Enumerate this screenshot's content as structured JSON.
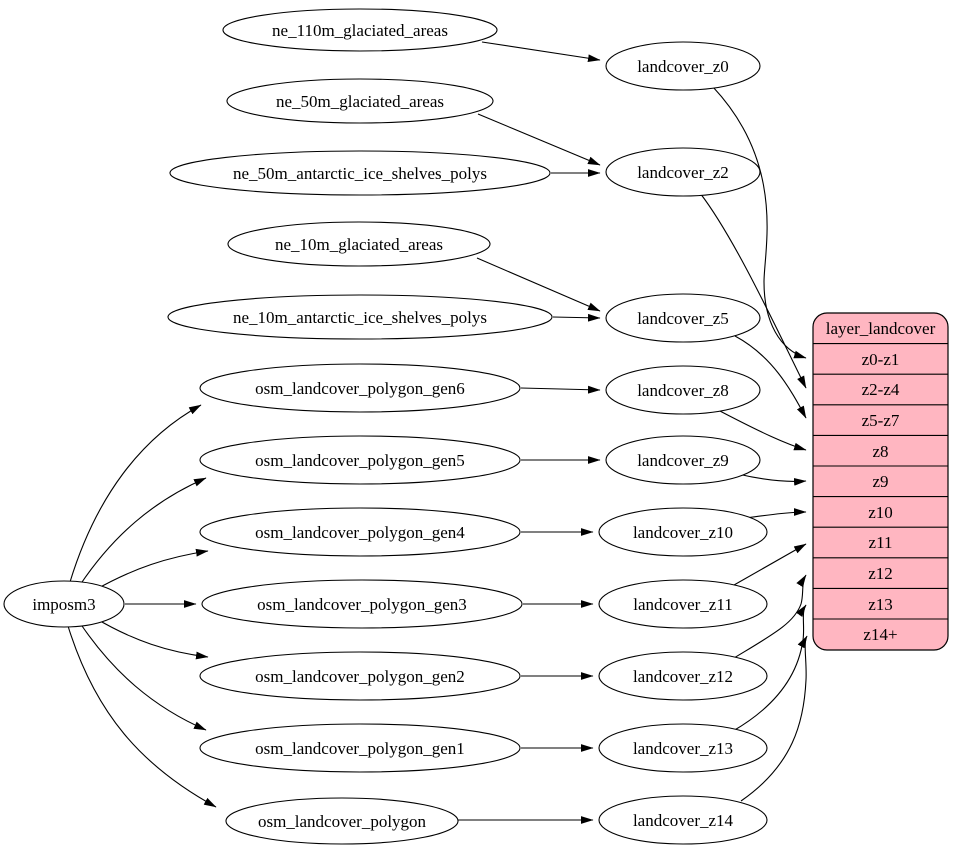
{
  "diagram": {
    "type": "etl-dependency-graph",
    "background_color": "#ffffff",
    "node_fill_color": "#ffffff",
    "edge_color": "#000000",
    "root_node": {
      "label": "imposm3"
    },
    "source_nodes": [
      "ne_110m_glaciated_areas",
      "ne_50m_glaciated_areas",
      "ne_50m_antarctic_ice_shelves_polys",
      "ne_10m_glaciated_areas",
      "ne_10m_antarctic_ice_shelves_polys",
      "osm_landcover_polygon_gen6",
      "osm_landcover_polygon_gen5",
      "osm_landcover_polygon_gen4",
      "osm_landcover_polygon_gen3",
      "osm_landcover_polygon_gen2",
      "osm_landcover_polygon_gen1",
      "osm_landcover_polygon"
    ],
    "view_nodes": [
      "landcover_z0",
      "landcover_z2",
      "landcover_z5",
      "landcover_z8",
      "landcover_z9",
      "landcover_z10",
      "landcover_z11",
      "landcover_z12",
      "landcover_z13",
      "landcover_z14"
    ],
    "layer_record": {
      "title": "layer_landcover",
      "fields": [
        "z0-z1",
        "z2-z4",
        "z5-z7",
        "z8",
        "z9",
        "z10",
        "z11",
        "z12",
        "z13",
        "z14+"
      ],
      "fill_color": "#ffb6c1",
      "border_color": "#000000"
    },
    "edges": [
      [
        "ne_110m_glaciated_areas",
        "landcover_z0"
      ],
      [
        "ne_50m_glaciated_areas",
        "landcover_z2"
      ],
      [
        "ne_50m_antarctic_ice_shelves_polys",
        "landcover_z2"
      ],
      [
        "ne_10m_glaciated_areas",
        "landcover_z5"
      ],
      [
        "ne_10m_antarctic_ice_shelves_polys",
        "landcover_z5"
      ],
      [
        "imposm3",
        "osm_landcover_polygon_gen6"
      ],
      [
        "imposm3",
        "osm_landcover_polygon_gen5"
      ],
      [
        "imposm3",
        "osm_landcover_polygon_gen4"
      ],
      [
        "imposm3",
        "osm_landcover_polygon_gen3"
      ],
      [
        "imposm3",
        "osm_landcover_polygon_gen2"
      ],
      [
        "imposm3",
        "osm_landcover_polygon_gen1"
      ],
      [
        "imposm3",
        "osm_landcover_polygon"
      ],
      [
        "osm_landcover_polygon_gen6",
        "landcover_z8"
      ],
      [
        "osm_landcover_polygon_gen5",
        "landcover_z9"
      ],
      [
        "osm_landcover_polygon_gen4",
        "landcover_z10"
      ],
      [
        "osm_landcover_polygon_gen3",
        "landcover_z11"
      ],
      [
        "osm_landcover_polygon_gen2",
        "landcover_z12"
      ],
      [
        "osm_landcover_polygon_gen1",
        "landcover_z13"
      ],
      [
        "osm_landcover_polygon",
        "landcover_z14"
      ],
      [
        "landcover_z0",
        "layer_landcover:z0-z1"
      ],
      [
        "landcover_z2",
        "layer_landcover:z2-z4"
      ],
      [
        "landcover_z5",
        "layer_landcover:z5-z7"
      ],
      [
        "landcover_z8",
        "layer_landcover:z8"
      ],
      [
        "landcover_z9",
        "layer_landcover:z9"
      ],
      [
        "landcover_z10",
        "layer_landcover:z10"
      ],
      [
        "landcover_z11",
        "layer_landcover:z11"
      ],
      [
        "landcover_z12",
        "layer_landcover:z12"
      ],
      [
        "landcover_z13",
        "layer_landcover:z13"
      ],
      [
        "landcover_z14",
        "layer_landcover:z14+"
      ]
    ]
  }
}
